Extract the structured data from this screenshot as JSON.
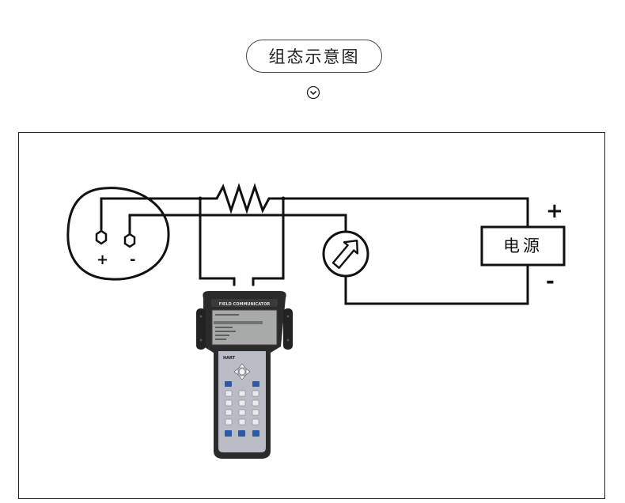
{
  "header": {
    "title": "组态示意图"
  },
  "icons": {
    "down": "chevron-down-circle-icon"
  },
  "diagram": {
    "transmitter": {
      "plus": "+",
      "minus": "-"
    },
    "power_supply": {
      "label": "电源",
      "plus": "+",
      "minus": "-"
    },
    "communicator": {
      "brand": "FIELD COMMUNICATOR",
      "logo": "HART"
    }
  },
  "colors": {
    "line": "#111111",
    "device_body": "#2b2b2b",
    "device_keypad": "#b9bcc4",
    "screen": "#a7aaa9",
    "key_blue": "#2e5aa8"
  }
}
